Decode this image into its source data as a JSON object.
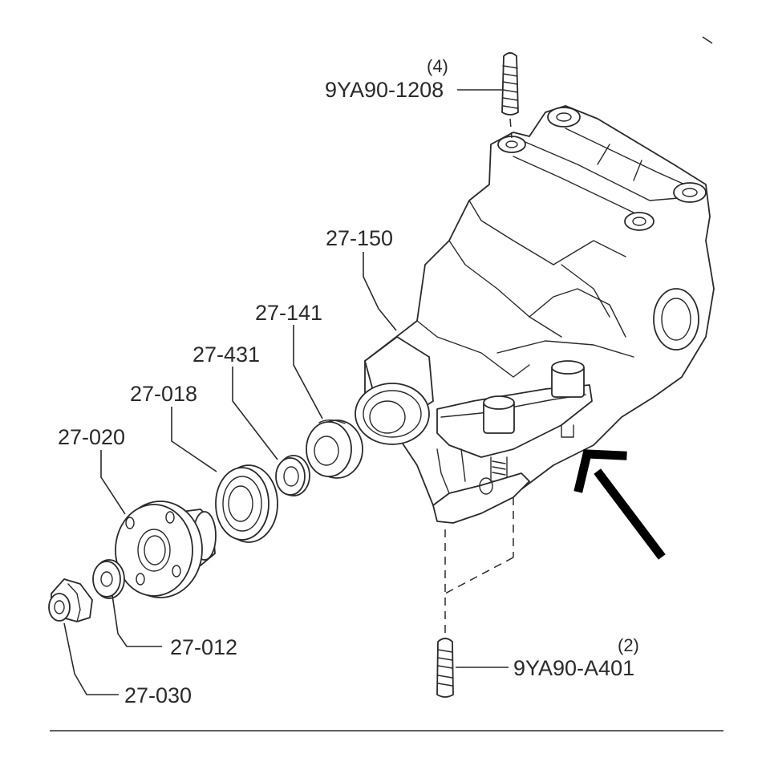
{
  "parts": {
    "p1208": {
      "part_no": "9YA90-1208",
      "qty": "(4)"
    },
    "pa401": {
      "part_no": "9YA90-A401",
      "qty": "(2)"
    },
    "p150": {
      "part_no": "27-150"
    },
    "p141": {
      "part_no": "27-141"
    },
    "p431": {
      "part_no": "27-431"
    },
    "p018": {
      "part_no": "27-018"
    },
    "p020": {
      "part_no": "27-020"
    },
    "p012": {
      "part_no": "27-012"
    },
    "p030": {
      "part_no": "27-030"
    }
  },
  "colors": {
    "line": "#2a2a2a",
    "arrow": "#000000",
    "background": "#ffffff"
  }
}
